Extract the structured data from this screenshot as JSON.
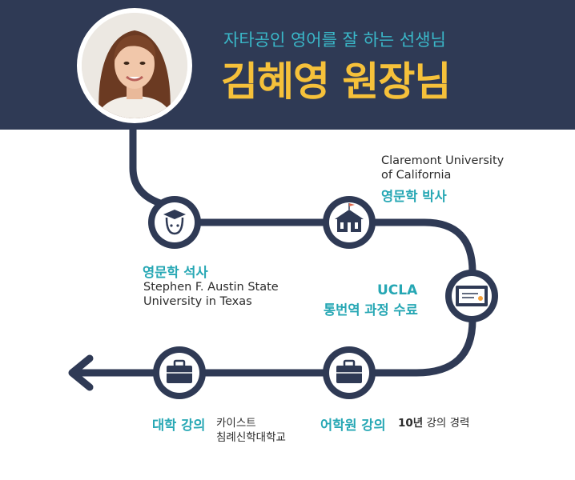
{
  "header": {
    "subtitle": "자타공인 영어를 잘 하는 선생님",
    "title": "김혜영 원장님"
  },
  "milestones": {
    "ma": {
      "degree": "영문학 석사",
      "school_line1": "Stephen F. Austin State",
      "school_line2": "University in Texas"
    },
    "phd": {
      "school_line1": "Claremont University",
      "school_line2": "of California",
      "degree": "영문학 박사"
    },
    "ucla": {
      "line1": "UCLA",
      "line2": "통번역 과정 수료"
    },
    "academy": {
      "label": "어학원 강의",
      "years": "10년",
      "years_suffix": " 강의 경력"
    },
    "university": {
      "label": "대학 강의",
      "school_line1": "카이스트",
      "school_line2": "침례신학대학교"
    }
  },
  "colors": {
    "navy": "#2f3a55",
    "teal": "#26a7b4",
    "yellow": "#f6c13a",
    "icon_bg": "#ffffff"
  }
}
